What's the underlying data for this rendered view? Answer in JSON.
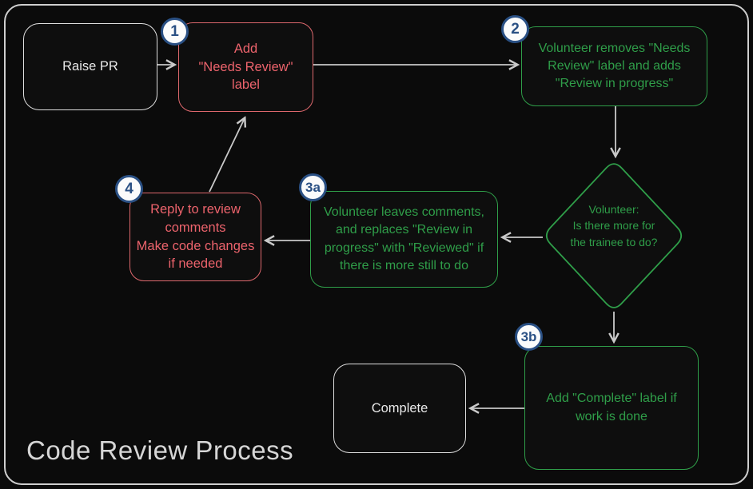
{
  "title": "Code Review Process",
  "colors": {
    "background": "#0b0b0b",
    "canvas_border": "#cfcfcf",
    "red_accent": "#ec636c",
    "green_accent": "#2f9e49",
    "white_accent": "#e9e9e9",
    "arrow": "#c9c9c9",
    "badge_blue": "#2a5084",
    "badge_fill": "#fbfbfb"
  },
  "nodes": {
    "raise_pr": {
      "label": "Raise PR"
    },
    "add_needs_review": {
      "label": "Add\n\"Needs Review\"\nlabel",
      "badge": "1"
    },
    "volunteer_removes": {
      "label": "Volunteer removes \"Needs\nReview\" label and adds\n\"Review in progress\"",
      "badge": "2"
    },
    "decision": {
      "label": "Volunteer:\nIs there more for\nthe trainee to do?"
    },
    "volunteer_comments": {
      "label": "Volunteer leaves comments,\nand replaces \"Review in\nprogress\" with \"Reviewed\" if\nthere is more still to do",
      "badge": "3a"
    },
    "reply_review": {
      "label": "Reply to review\ncomments\nMake code changes\nif needed",
      "badge": "4"
    },
    "add_complete": {
      "label": "Add \"Complete\" label if\nwork is done",
      "badge": "3b"
    },
    "complete": {
      "label": "Complete"
    }
  }
}
